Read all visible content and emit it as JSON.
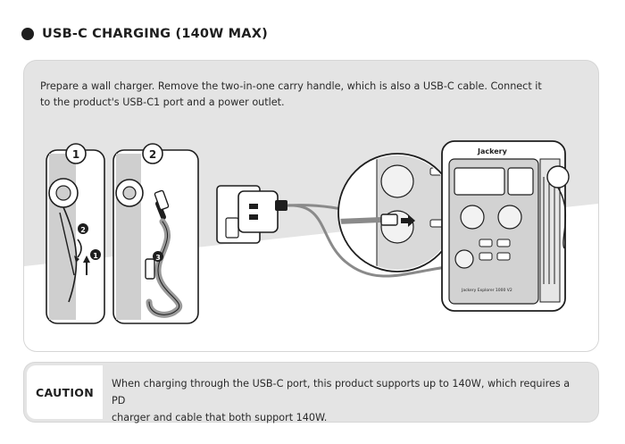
{
  "section": {
    "title": "USB-C CHARGING (140W MAX)"
  },
  "instruction": {
    "line1": "Prepare a wall charger. Remove the two-in-one carry handle, which is also a USB-C cable. Connect it",
    "line2": "to the product's USB-C1 port and a power outlet."
  },
  "steps": [
    {
      "number": "1"
    },
    {
      "number": "2"
    }
  ],
  "callouts": [
    "1",
    "2",
    "3"
  ],
  "device": {
    "brand": "Jackery",
    "model": "Jackery Explorer 1000 V2"
  },
  "caution": {
    "label": "CAUTION",
    "line1": "When charging through the USB-C port, this product supports up to 140W, which requires a PD",
    "line2": "charger and cable that both support 140W."
  },
  "colors": {
    "panel_bg": "#e4e4e4",
    "ink": "#1e1e1e",
    "cable": "#8a8a8a"
  }
}
